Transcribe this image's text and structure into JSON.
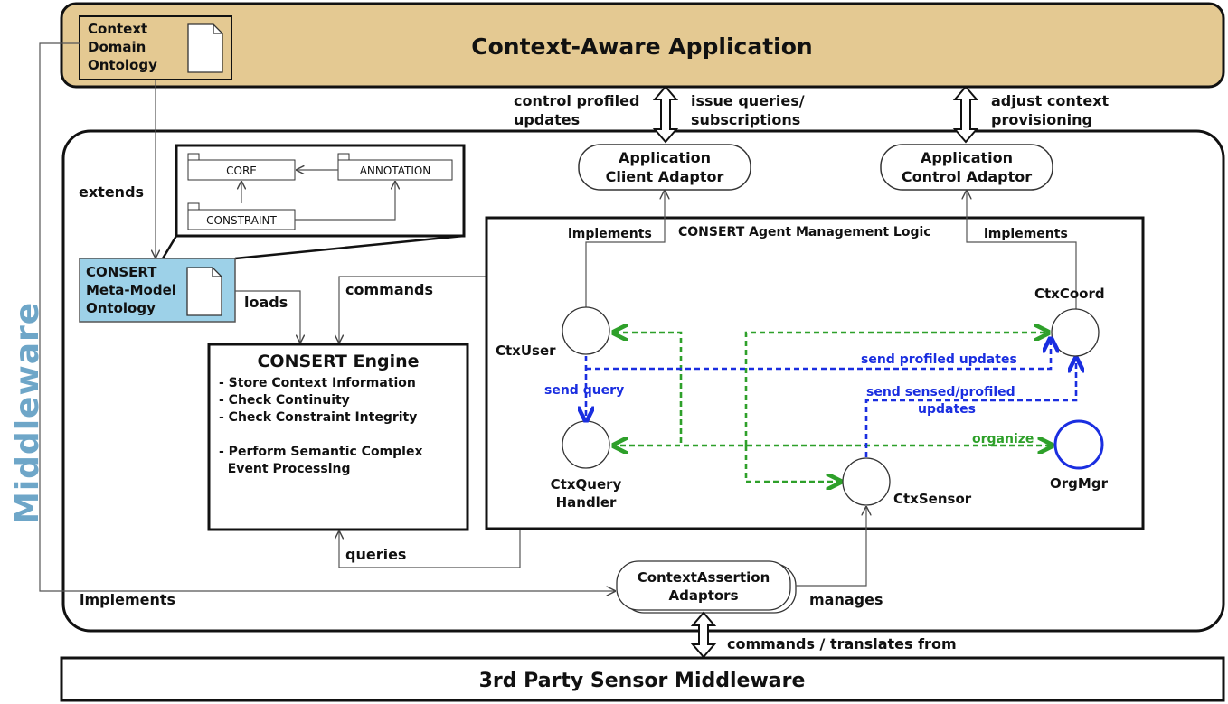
{
  "app": {
    "title": "Context-Aware Application",
    "ontology_label": [
      "Context",
      "Domain",
      "Ontology"
    ]
  },
  "side_label": "Middleware",
  "top_links": {
    "left_left": [
      "control profiled",
      "updates"
    ],
    "left_right": [
      "issue queries/",
      "subscriptions"
    ],
    "right": [
      "adjust context",
      "provisioning"
    ]
  },
  "adaptors": {
    "client": [
      "Application",
      "Client Adaptor"
    ],
    "control": [
      "Application",
      "Control Adaptor"
    ],
    "context_assertion": [
      "ContextAssertion",
      "Adaptors"
    ]
  },
  "metamodel": {
    "core": "CORE",
    "annotation": "ANNOTATION",
    "constraint": "CONSTRAINT",
    "extends": "extends",
    "ontology_label": [
      "CONSERT",
      "Meta-Model",
      "Ontology"
    ],
    "loads": "loads"
  },
  "engine": {
    "title": "CONSERT Engine",
    "features": [
      "- Store Context Information",
      "- Check Continuity",
      "- Check Constraint Integrity",
      "- Perform Semantic Complex",
      "  Event Processing"
    ]
  },
  "agent_logic": {
    "title": "CONSERT Agent Management Logic",
    "implements_left": "implements",
    "implements_right": "implements",
    "agents": {
      "ctx_user": "CtxUser",
      "ctx_coord": "CtxCoord",
      "ctx_query_handler": [
        "CtxQuery",
        "Handler"
      ],
      "ctx_sensor": "CtxSensor",
      "org_mgr": "OrgMgr"
    },
    "messages": {
      "send_query": "send query",
      "send_profiled_updates": "send profiled updates",
      "send_sensed_profiled": [
        "send sensed/profiled",
        "updates"
      ],
      "organize": "organize"
    }
  },
  "labels": {
    "commands": "commands",
    "queries": "queries",
    "implements_bottom": "implements",
    "manages": "manages",
    "commands_translates": "commands / translates from"
  },
  "sensor_middleware": {
    "title": "3rd Party Sensor Middleware"
  },
  "colors": {
    "app_fill": "#e4c992",
    "ontology_fill": "#9dd1e8",
    "blue": "#1a2ee0",
    "green": "#2ea02a",
    "middleware_text": "#6ea6c8"
  }
}
